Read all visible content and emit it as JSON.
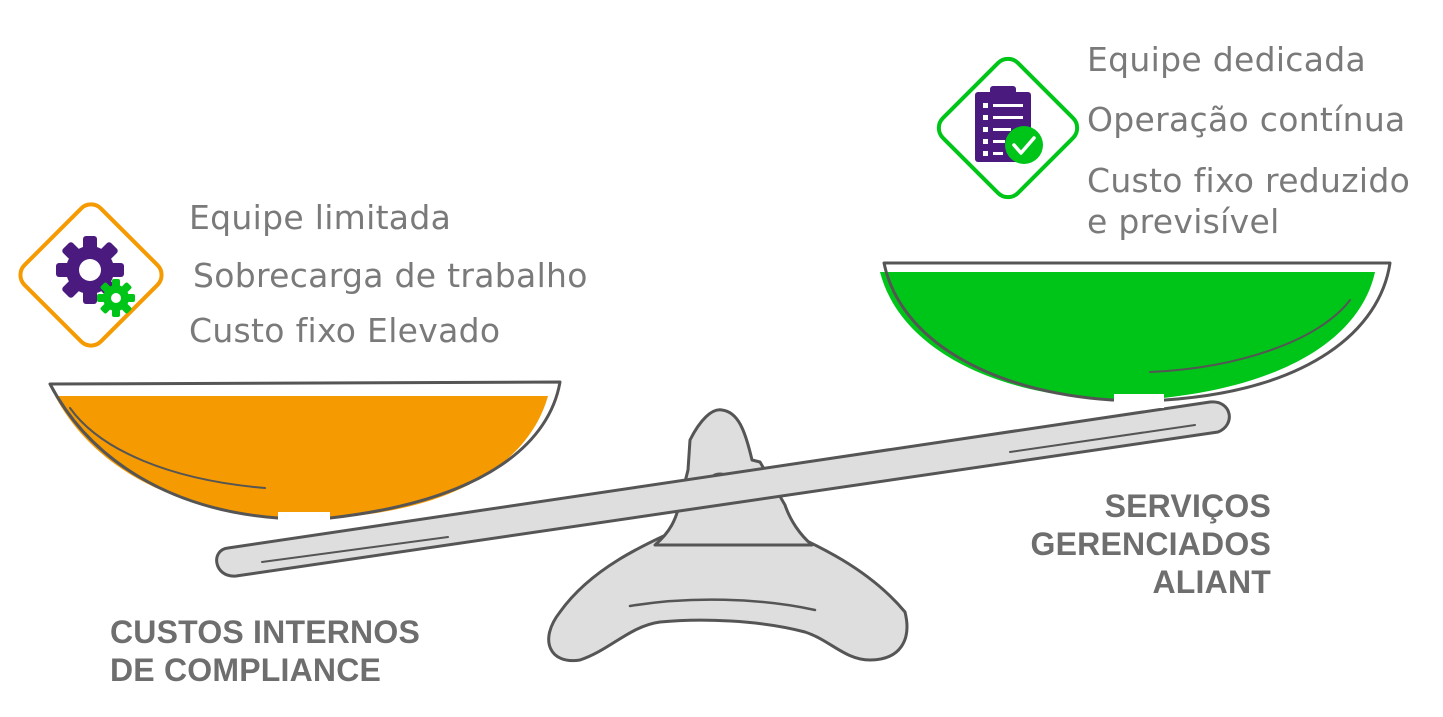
{
  "left": {
    "items": [
      "Equipe limitada",
      "Sobrecarga de trabalho",
      "Custo fixo Elevado"
    ],
    "caption": [
      "CUSTOS INTERNOS",
      "DE COMPLIANCE"
    ],
    "accent": "#f59a00",
    "icon": "gears-icon"
  },
  "right": {
    "items": [
      "Equipe dedicada",
      "Operação contínua",
      "Custo fixo reduzido",
      "e previsível"
    ],
    "caption": [
      "SERVIÇOS",
      "GERENCIADOS",
      "ALIANT"
    ],
    "accent": "#00c519",
    "icon": "checklist-icon"
  },
  "colors": {
    "icon_purple": "#4b1a7e",
    "outline": "#555555",
    "scale_body": "#dedede",
    "text": "#7a7a7a"
  }
}
